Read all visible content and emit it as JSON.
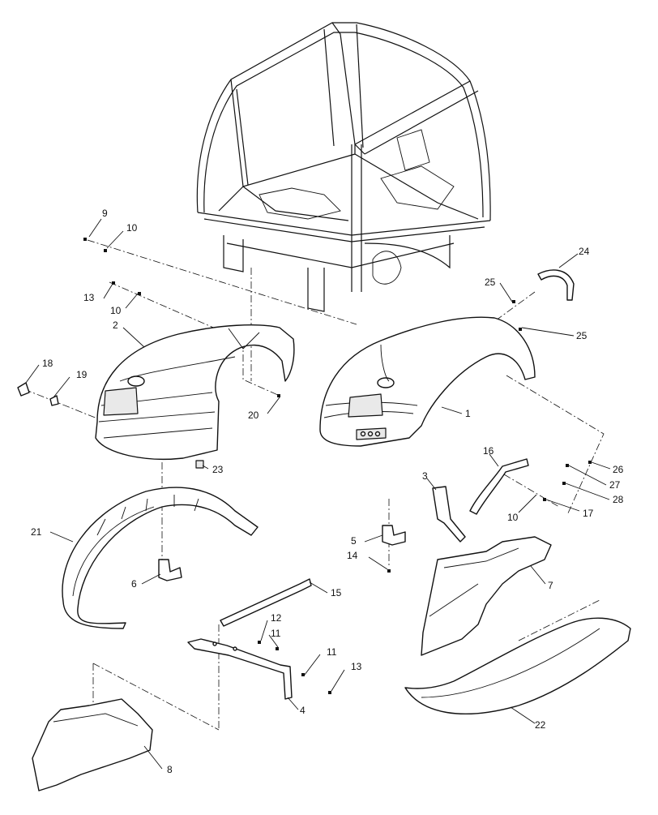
{
  "diagram": {
    "callouts": [
      {
        "id": "c9",
        "label": "9"
      },
      {
        "id": "c10a",
        "label": "10"
      },
      {
        "id": "c13a",
        "label": "13"
      },
      {
        "id": "c10b",
        "label": "10"
      },
      {
        "id": "c2",
        "label": "2"
      },
      {
        "id": "c18",
        "label": "18"
      },
      {
        "id": "c19",
        "label": "19"
      },
      {
        "id": "c20",
        "label": "20"
      },
      {
        "id": "c23",
        "label": "23"
      },
      {
        "id": "c21",
        "label": "21"
      },
      {
        "id": "c6",
        "label": "6"
      },
      {
        "id": "c15",
        "label": "15"
      },
      {
        "id": "c12",
        "label": "12"
      },
      {
        "id": "c11a",
        "label": "11"
      },
      {
        "id": "c11b",
        "label": "11"
      },
      {
        "id": "c13b",
        "label": "13"
      },
      {
        "id": "c4",
        "label": "4"
      },
      {
        "id": "c8",
        "label": "8"
      },
      {
        "id": "c24",
        "label": "24"
      },
      {
        "id": "c25a",
        "label": "25"
      },
      {
        "id": "c25b",
        "label": "25"
      },
      {
        "id": "c1",
        "label": "1"
      },
      {
        "id": "c16",
        "label": "16"
      },
      {
        "id": "c3",
        "label": "3"
      },
      {
        "id": "c26",
        "label": "26"
      },
      {
        "id": "c27",
        "label": "27"
      },
      {
        "id": "c28",
        "label": "28"
      },
      {
        "id": "c10c",
        "label": "10"
      },
      {
        "id": "c17",
        "label": "17"
      },
      {
        "id": "c5",
        "label": "5"
      },
      {
        "id": "c14",
        "label": "14"
      },
      {
        "id": "c7",
        "label": "7"
      },
      {
        "id": "c22",
        "label": "22"
      }
    ]
  }
}
